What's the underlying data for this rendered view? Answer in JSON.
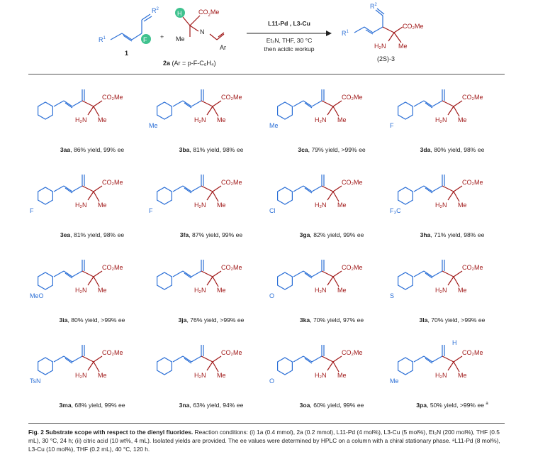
{
  "scheme": {
    "reactant1_label": "1",
    "reactant1_r1": "R",
    "reactant1_r1_sup": "1",
    "reactant1_r2": "R",
    "reactant1_r2_sup": "2",
    "fluorine": "F",
    "plus": "+",
    "reactant2_ester": "CO",
    "reactant2_ester_sub": "2",
    "reactant2_ester_tail": "Me",
    "reactant2_h": "H",
    "reactant2_me": "Me",
    "reactant2_n": "N",
    "reactant2_ar": "Ar",
    "reactant2_label": "2a",
    "reactant2_desc": "(Ar = p-F-C₆H₄)",
    "catalysts": "L11-Pd , L3-Cu",
    "conditions_line1": "Et₃N, THF, 30 °C",
    "conditions_line2": "then acidic workup",
    "product_r1": "R",
    "product_r1_sup": "1",
    "product_r2": "R",
    "product_r2_sup": "2",
    "product_ester": "CO₂Me",
    "product_amine": "H₂N",
    "product_me": "Me",
    "product_label": "(2S)-3"
  },
  "products": [
    {
      "code": "3aa",
      "text": ", 86% yield, 99% ee",
      "substituent": ""
    },
    {
      "code": "3ba",
      "text": ", 81% yield, 98% ee",
      "substituent": "Me"
    },
    {
      "code": "3ca",
      "text": ", 79% yield, >99% ee",
      "substituent": "Me"
    },
    {
      "code": "3da",
      "text": ", 80% yield, 98% ee",
      "substituent": "F"
    },
    {
      "code": "3ea",
      "text": ", 81% yield, 98% ee",
      "substituent": "F"
    },
    {
      "code": "3fa",
      "text": ", 87% yield, 99% ee",
      "substituent": "F"
    },
    {
      "code": "3ga",
      "text": ", 82% yield, 99% ee",
      "substituent": "Cl"
    },
    {
      "code": "3ha",
      "text": ", 71% yield, 98% ee",
      "substituent": "F₃C"
    },
    {
      "code": "3ia",
      "text": ", 80% yield, >99% ee",
      "substituent": "MeO"
    },
    {
      "code": "3ja",
      "text": ", 76% yield, >99% ee",
      "substituent": ""
    },
    {
      "code": "3ka",
      "text": ", 70% yield, 97% ee",
      "substituent": "O"
    },
    {
      "code": "3la",
      "text": ", 70% yield, >99% ee",
      "substituent": "S"
    },
    {
      "code": "3ma",
      "text": ", 68% yield, 99% ee",
      "substituent": "TsN"
    },
    {
      "code": "3na",
      "text": ", 63% yield, 94% ee",
      "substituent": ""
    },
    {
      "code": "3oa",
      "text": ", 60% yield, 99% ee",
      "substituent": "O"
    },
    {
      "code": "3pa",
      "text": ", 50% yield, >99% ee",
      "substituent": "Me",
      "extra": "H",
      "note": "a"
    }
  ],
  "common": {
    "ester": "CO₂Me",
    "amine": "H₂N",
    "methyl": "Me"
  },
  "caption": {
    "title": "Fig. 2 Substrate scope with respect to the dienyl fluorides.",
    "body": " Reaction conditions: (i) 1a (0.4 mmol), 2a (0.2 mmol), L11-Pd (4 mol%), L3-Cu (5 mol%), Et₃N (200 mol%), THF (0.5 mL), 30 °C, 24 h; (ii) citric acid (10 wt%, 4 mL). Isolated yields are provided. The ee values were determined by HPLC on a column with a chiral stationary phase. ",
    "footnote": "ᵃL11-Pd (8 mol%), L3-Cu (10 mol%), THF (0.2 mL), 40 °C, 120 h."
  }
}
